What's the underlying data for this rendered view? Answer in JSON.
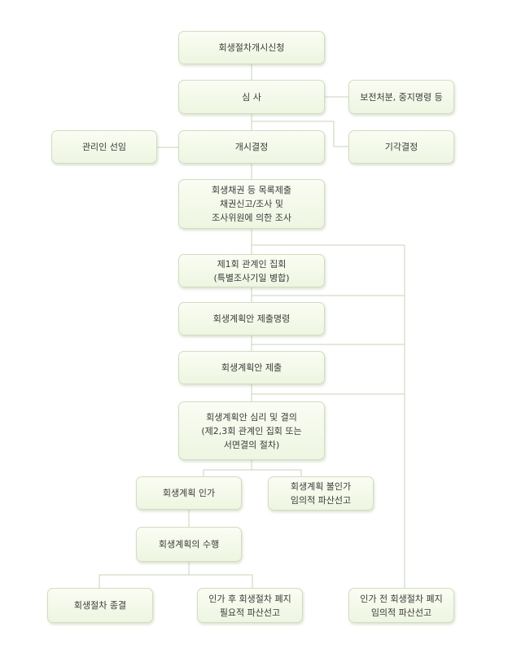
{
  "nodes": {
    "start_application": "회생절차개시신청",
    "review": "심 사",
    "preservation_order": "보전처분, 중지명령 등",
    "appoint_manager": "관리인 선임",
    "commencement_decision": "개시결정",
    "dismissal_decision": "기각결정",
    "creditor_list": "회생채권 등 목록제출\n채권신고/조사 및\n조사위원에 의한 조사",
    "first_meeting": "제1회 관계인 집회\n(특별조사기일 병합)",
    "plan_submission_order": "회생계획안 제출명령",
    "plan_submission": "회생계획안 제출",
    "plan_review_vote": "회생계획안 심리 및 결의\n(제2,3회 관계인 집회 또는\n서면결의 절차)",
    "plan_approval": "회생계획 인가",
    "plan_rejection": "회생계획 불인가\n임의적 파산선고",
    "plan_execution": "회생계획의 수행",
    "procedure_end": "회생절차 종결",
    "post_approval_abolition": "인가 후 회생절차 폐지\n필요적 파산선고",
    "pre_approval_abolition": "인가 전 회생절차 폐지\n임의적 파산선고"
  }
}
